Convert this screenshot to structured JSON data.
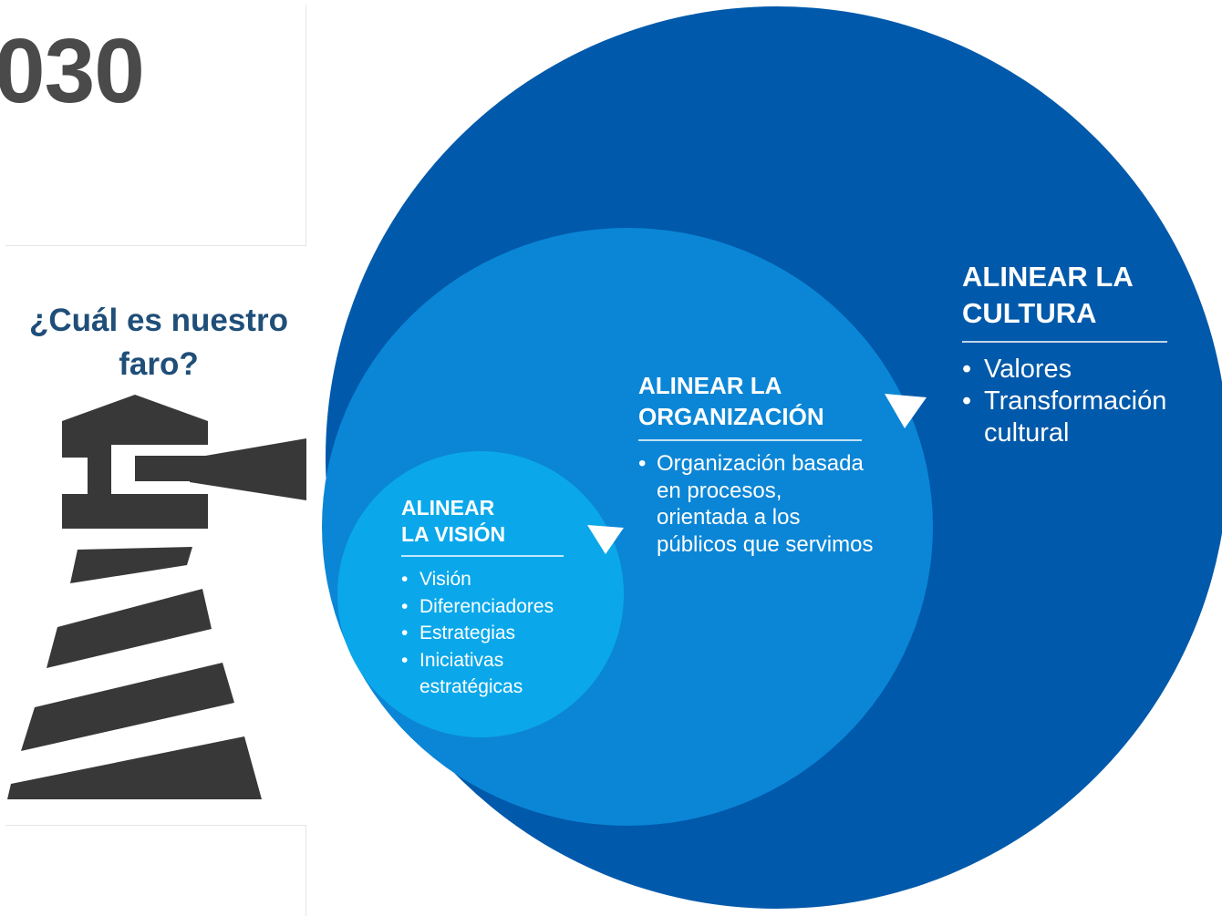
{
  "header": {
    "year_fragment": "030"
  },
  "lighthouse": {
    "question": "¿Cuál es nuestro faro?"
  },
  "circles": [
    {
      "title_lines": [
        "ALINEAR LA",
        "CULTURA"
      ],
      "bullets": [
        "Valores",
        "Transformación cultural"
      ],
      "color": "#0059aa"
    },
    {
      "title_lines": [
        "ALINEAR LA",
        "ORGANIZACIÓN"
      ],
      "bullets": [
        "Organización basada en  procesos, orientada a los públicos que servimos"
      ],
      "color": "#0b86d6"
    },
    {
      "title_lines": [
        "ALINEAR",
        "LA VISIÓN"
      ],
      "bullets": [
        "Visión",
        "Diferenciadores",
        "Estrategias",
        "Iniciativas estratégicas"
      ],
      "color": "#0aa8ea"
    }
  ],
  "icons": [
    "lighthouse-icon",
    "arrow-down-icon"
  ],
  "colors": {
    "lighthouse": "#383838",
    "question_text": "#1f4e79",
    "year_text": "#4a4a4a"
  }
}
